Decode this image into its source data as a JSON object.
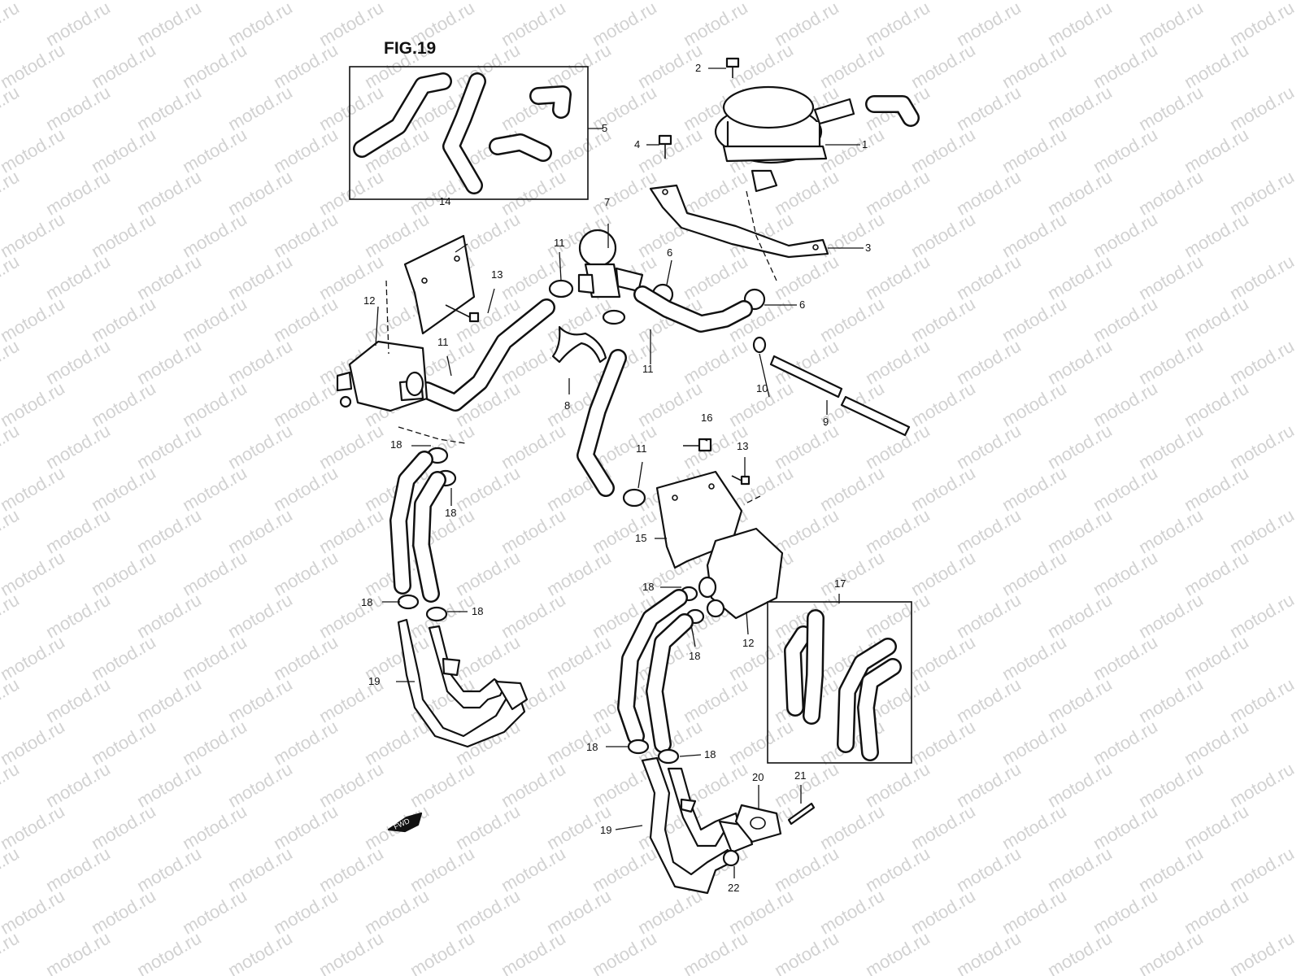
{
  "figure_title": "FIG.19",
  "watermark_text": "motod.ru",
  "fwd_label": "FWD",
  "callouts": {
    "c1": "1",
    "c2": "2",
    "c3": "3",
    "c4": "4",
    "c5": "5",
    "c6a": "6",
    "c6b": "6",
    "c7": "7",
    "c8": "8",
    "c9": "9",
    "c10": "10",
    "c11a": "11",
    "c11b": "11",
    "c11c": "11",
    "c11d": "11",
    "c12a": "12",
    "c12b": "12",
    "c13a": "13",
    "c13b": "13",
    "c14": "14",
    "c15": "15",
    "c16": "16",
    "c17": "17",
    "c18a": "18",
    "c18b": "18",
    "c18c": "18",
    "c18d": "18",
    "c18e": "18",
    "c18f": "18",
    "c18g": "18",
    "c18h": "18",
    "c19a": "19",
    "c19b": "19",
    "c20": "20",
    "c21": "21",
    "c22": "22"
  },
  "colors": {
    "line": "#111111",
    "background": "#ffffff",
    "watermark": "#d2d2d2"
  }
}
